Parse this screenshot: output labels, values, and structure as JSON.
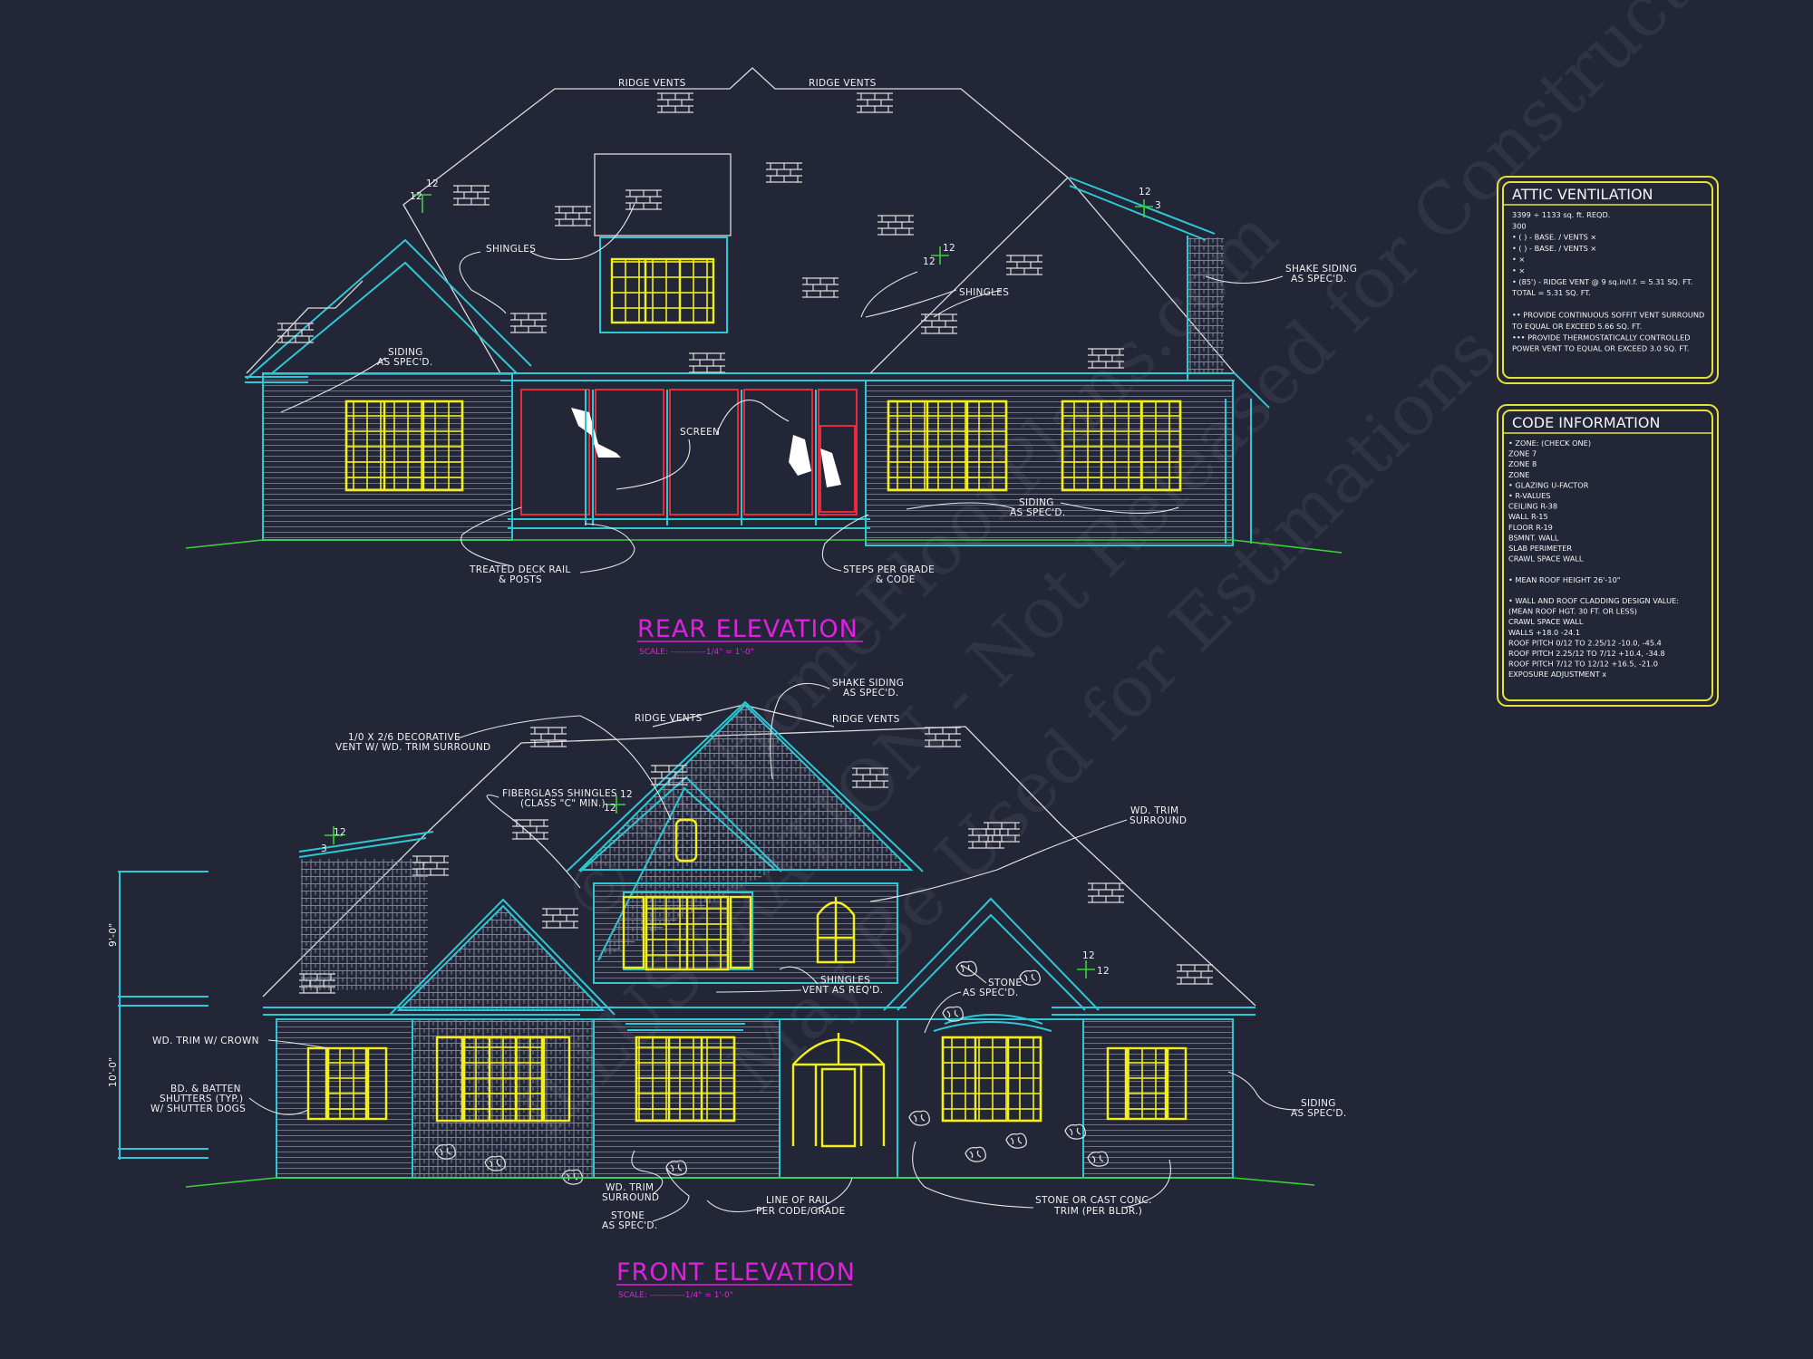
{
  "rear": {
    "title": "REAR ELEVATION",
    "scale": "SCALE: ------------1/4\" = 1'-0\"",
    "labels": {
      "ridge_vents_1": "RIDGE VENTS",
      "ridge_vents_2": "RIDGE VENTS",
      "shingles_1": "SHINGLES",
      "shingles_2": "SHINGLES",
      "siding_left_1": "SIDING",
      "siding_left_2": "AS SPEC'D.",
      "screen": "SCREEN",
      "shake_1": "SHAKE SIDING",
      "shake_2": "AS SPEC'D.",
      "siding_right_1": "SIDING",
      "siding_right_2": "AS SPEC'D.",
      "deck_1": "TREATED DECK RAIL",
      "deck_2": "& POSTS",
      "steps_1": "STEPS PER GRADE",
      "steps_2": "& CODE"
    },
    "pitch": {
      "a_rise": "12",
      "a_run": "12",
      "b_rise": "12",
      "b_run": "12",
      "c_rise": "12",
      "c_run": "3"
    }
  },
  "front": {
    "title": "FRONT ELEVATION",
    "scale": "SCALE: ------------1/4\" = 1'-0\"",
    "labels": {
      "ridge_vents_1": "RIDGE VENTS",
      "ridge_vents_2": "RIDGE VENTS",
      "shake_1": "SHAKE SIDING",
      "shake_2": "AS SPEC'D.",
      "vent_1": "1/0 X 2/6 DECORATIVE",
      "vent_2": "VENT W/ WD. TRIM SURROUND",
      "fiber_1": "FIBERGLASS SHINGLES",
      "fiber_2": "(CLASS \"C\" MIN.)",
      "wd_trim_1": "WD. TRIM",
      "wd_trim_2": "SURROUND",
      "shingles_1": "SHINGLES",
      "shingles_2": "VENT AS REQ'D.",
      "stone_1": "STONE",
      "stone_2": "AS SPEC'D.",
      "wd_crown": "WD. TRIM W/ CROWN",
      "shutter_1": "BD. & BATTEN",
      "shutter_2": "SHUTTERS (TYP.)",
      "shutter_3": "W/ SHUTTER DOGS",
      "siding_1": "SIDING",
      "siding_2": "AS SPEC'D.",
      "wd_trim_b1": "WD. TRIM",
      "wd_trim_b2": "SURROUND",
      "stone_b1": "STONE",
      "stone_b2": "AS SPEC'D.",
      "rail_1": "LINE OF RAIL",
      "rail_2": "PER CODE/GRADE",
      "cast_1": "STONE OR CAST CONC.",
      "cast_2": "TRIM (PER BLDR.)"
    },
    "dims": {
      "upper": "9'-0\"",
      "lower": "10'-0\""
    },
    "pitch": {
      "a_rise": "12",
      "a_run": "3",
      "b_rise": "12",
      "b_run": "12",
      "c_rise": "12",
      "c_run": "12"
    }
  },
  "attic": {
    "title": "ATTIC VENTILATION",
    "lines": [
      "3399 ÷ 1133 sq. ft. REQD.",
      "300",
      "• (   ) -          BASE.    /    VENTS   ×",
      "• (   ) -          BASE.    /    VENTS   ×",
      "•                                              ×",
      "•                                              ×",
      "• (85') - RIDGE VENT @ 9 sq.in/l.f. = 5.31 SQ. FT.",
      "                                       TOTAL       = 5.31 SQ. FT.",
      "",
      "•• PROVIDE CONTINUOUS SOFFIT VENT SURROUND",
      "    TO EQUAL OR EXCEED  5.66 SQ. FT.",
      "••• PROVIDE THERMOSTATICALLY CONTROLLED",
      "    POWER VENT TO EQUAL OR EXCEED   3.0 SQ. FT."
    ]
  },
  "code": {
    "title": "CODE INFORMATION",
    "lines": [
      "• ZONE: (CHECK ONE)",
      "      ZONE 7",
      "      ZONE 8",
      "      ZONE",
      "• GLAZING U-FACTOR",
      "• R-VALUES",
      "      CEILING                    R-38",
      "      WALL                        R-15",
      "      FLOOR                      R-19",
      "      BSMNT. WALL",
      "      SLAB PERIMETER",
      "      CRAWL SPACE WALL",
      "",
      "• MEAN ROOF HEIGHT   26'-10\"",
      "",
      "• WALL AND ROOF CLADDING DESIGN VALUE:",
      "  (MEAN ROOF HGT. 30 FT. OR LESS)",
      "      CRAWL SPACE WALL",
      "      WALLS                              +18.0  -24.1",
      "      ROOF PITCH 0/12 TO 2.25/12   -10.0, -45.4",
      "      ROOF PITCH 2.25/12 TO 7/12   +10.4, -34.8",
      "      ROOF PITCH 7/12 TO 12/12     +16.5, -21.0",
      "      EXPOSURE ADJUSTMENT          x"
    ]
  },
  "watermark": {
    "line1": "© MyHomeFloorPlans.com",
    "line2": "ILLUSTRATION - Not Released for Construction",
    "line3": "May Be Used for Estimations"
  },
  "colors": {
    "background": "#232637",
    "cyan": "#2fc7d3",
    "yellow": "#f2ef1d",
    "magenta": "#e020e0",
    "red": "#e8283c",
    "green": "#3ad13a"
  }
}
